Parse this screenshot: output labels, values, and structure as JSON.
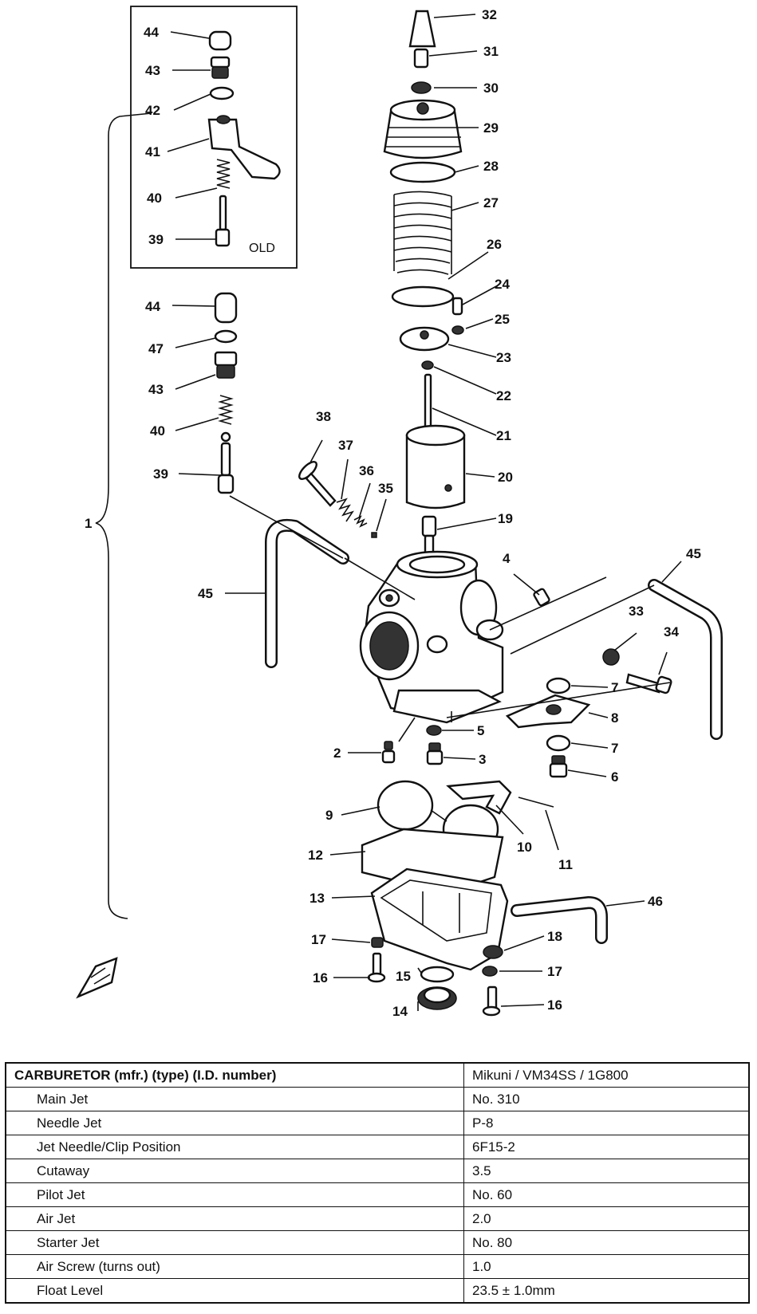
{
  "diagram": {
    "old_label": "OLD",
    "callouts": [
      {
        "id": "c1",
        "text": "1"
      },
      {
        "id": "c2",
        "text": "2"
      },
      {
        "id": "c3",
        "text": "3"
      },
      {
        "id": "c4",
        "text": "4"
      },
      {
        "id": "c5",
        "text": "5"
      },
      {
        "id": "c6",
        "text": "6"
      },
      {
        "id": "c7a",
        "text": "7"
      },
      {
        "id": "c7b",
        "text": "7"
      },
      {
        "id": "c8",
        "text": "8"
      },
      {
        "id": "c9",
        "text": "9"
      },
      {
        "id": "c10",
        "text": "10"
      },
      {
        "id": "c11",
        "text": "11"
      },
      {
        "id": "c12",
        "text": "12"
      },
      {
        "id": "c13",
        "text": "13"
      },
      {
        "id": "c14",
        "text": "14"
      },
      {
        "id": "c15",
        "text": "15"
      },
      {
        "id": "c16a",
        "text": "16"
      },
      {
        "id": "c16b",
        "text": "16"
      },
      {
        "id": "c17a",
        "text": "17"
      },
      {
        "id": "c17b",
        "text": "17"
      },
      {
        "id": "c18",
        "text": "18"
      },
      {
        "id": "c19",
        "text": "19"
      },
      {
        "id": "c20",
        "text": "20"
      },
      {
        "id": "c21",
        "text": "21"
      },
      {
        "id": "c22",
        "text": "22"
      },
      {
        "id": "c23",
        "text": "23"
      },
      {
        "id": "c24",
        "text": "24"
      },
      {
        "id": "c25",
        "text": "25"
      },
      {
        "id": "c26",
        "text": "26"
      },
      {
        "id": "c27",
        "text": "27"
      },
      {
        "id": "c28",
        "text": "28"
      },
      {
        "id": "c29",
        "text": "29"
      },
      {
        "id": "c30",
        "text": "30"
      },
      {
        "id": "c31",
        "text": "31"
      },
      {
        "id": "c32",
        "text": "32"
      },
      {
        "id": "c33",
        "text": "33"
      },
      {
        "id": "c34",
        "text": "34"
      },
      {
        "id": "c35",
        "text": "35"
      },
      {
        "id": "c36",
        "text": "36"
      },
      {
        "id": "c37",
        "text": "37"
      },
      {
        "id": "c38",
        "text": "38"
      },
      {
        "id": "c39a",
        "text": "39"
      },
      {
        "id": "c39b",
        "text": "39"
      },
      {
        "id": "c40a",
        "text": "40"
      },
      {
        "id": "c40b",
        "text": "40"
      },
      {
        "id": "c41",
        "text": "41"
      },
      {
        "id": "c42",
        "text": "42"
      },
      {
        "id": "c43a",
        "text": "43"
      },
      {
        "id": "c43b",
        "text": "43"
      },
      {
        "id": "c44a",
        "text": "44"
      },
      {
        "id": "c44b",
        "text": "44"
      },
      {
        "id": "c45a",
        "text": "45"
      },
      {
        "id": "c45b",
        "text": "45"
      },
      {
        "id": "c46",
        "text": "46"
      },
      {
        "id": "c47",
        "text": "47"
      }
    ]
  },
  "spec_table": {
    "rows": [
      {
        "label": "CARBURETOR (mfr.) (type) (I.D. number)",
        "value": "Mikuni   /   VM34SS   /   1G800"
      },
      {
        "label": "Main Jet",
        "value": "No. 310"
      },
      {
        "label": "Needle Jet",
        "value": "P-8"
      },
      {
        "label": "Jet Needle/Clip Position",
        "value": "6F15-2"
      },
      {
        "label": "Cutaway",
        "value": "3.5"
      },
      {
        "label": "Pilot Jet",
        "value": "No. 60"
      },
      {
        "label": "Air Jet",
        "value": "2.0"
      },
      {
        "label": "Starter Jet",
        "value": "No. 80"
      },
      {
        "label": "Air Screw (turns out)",
        "value": "1.0"
      },
      {
        "label": "Float Level",
        "value": "23.5 ± 1.0mm"
      }
    ]
  }
}
